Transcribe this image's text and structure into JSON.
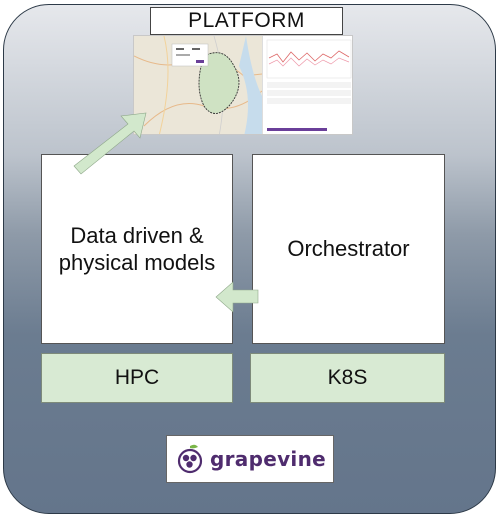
{
  "platform": {
    "label": "PLATFORM"
  },
  "models_box": {
    "line1": "Data driven &",
    "line2": "physical models"
  },
  "orchestrator_box": {
    "label": "Orchestrator"
  },
  "hpc": {
    "label": "HPC"
  },
  "k8s": {
    "label": "K8S"
  },
  "logo": {
    "text": "grapevine"
  },
  "colors": {
    "label_bar": "#d8ead3",
    "arrow": "#d2e8cc",
    "logo_purple": "#4f2c6e",
    "logo_green": "#7ab648"
  }
}
